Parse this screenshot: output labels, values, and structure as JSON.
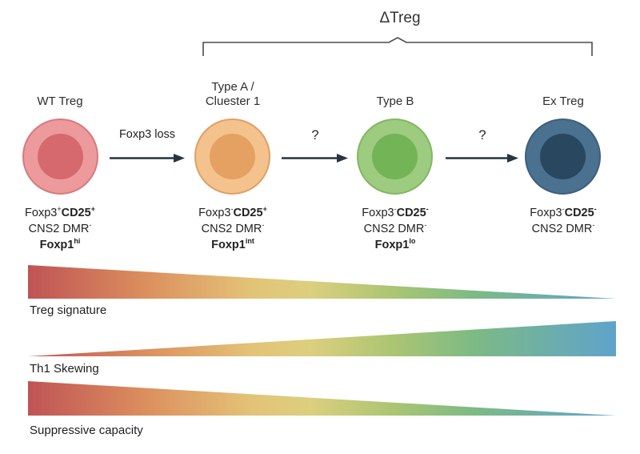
{
  "header": {
    "title": "ΔTreg"
  },
  "bracket_color": "#4A4A4A",
  "arrow_color": "#26353F",
  "cells": [
    {
      "title": "WT Treg",
      "outer_color": "#EC9A9C",
      "inner_color": "#D5696E",
      "ring_color": "#D8797E",
      "markers": [
        [
          {
            "t": "Foxp3"
          },
          {
            "t": "+",
            "sup": true
          },
          {
            "t": "CD25",
            "b": true
          },
          {
            "t": "+",
            "sup": true,
            "b": true
          }
        ],
        [
          {
            "t": "CNS2 DMR"
          },
          {
            "t": "-",
            "sup": true
          }
        ],
        [
          {
            "t": "Foxp1",
            "b": true
          },
          {
            "t": "hi",
            "sup": true,
            "b": true
          }
        ]
      ]
    },
    {
      "title": "Type A /\nCluester 1",
      "outer_color": "#F4C28D",
      "inner_color": "#E5A161",
      "ring_color": "#DFA066",
      "markers": [
        [
          {
            "t": "Foxp3"
          },
          {
            "t": "-",
            "sup": true
          },
          {
            "t": "CD25",
            "b": true
          },
          {
            "t": "+",
            "sup": true,
            "b": true
          }
        ],
        [
          {
            "t": "CNS2 DMR"
          },
          {
            "t": "-",
            "sup": true
          }
        ],
        [
          {
            "t": "Foxp1",
            "b": true
          },
          {
            "t": "int",
            "sup": true,
            "b": true
          }
        ]
      ]
    },
    {
      "title": "Type B",
      "outer_color": "#9DCB7F",
      "inner_color": "#73B457",
      "ring_color": "#82B763",
      "markers": [
        [
          {
            "t": "Foxp3"
          },
          {
            "t": "-",
            "sup": true
          },
          {
            "t": "CD25",
            "b": true
          },
          {
            "t": "-",
            "sup": true,
            "b": true
          }
        ],
        [
          {
            "t": "CNS2 DMR"
          },
          {
            "t": "-",
            "sup": true
          }
        ],
        [
          {
            "t": "Foxp1",
            "b": true
          },
          {
            "t": "lo",
            "sup": true,
            "b": true
          }
        ]
      ]
    },
    {
      "title": "Ex Treg",
      "outer_color": "#4B7190",
      "inner_color": "#29475F",
      "ring_color": "#3E5F7B",
      "markers": [
        [
          {
            "t": "Foxp3"
          },
          {
            "t": "-",
            "sup": true
          },
          {
            "t": "CD25",
            "b": true
          },
          {
            "t": "-",
            "sup": true,
            "b": true
          }
        ],
        [
          {
            "t": "CNS2 DMR"
          },
          {
            "t": "-",
            "sup": true
          }
        ]
      ]
    }
  ],
  "arrows": [
    {
      "label": "Foxp3 loss"
    },
    {
      "label": "?"
    },
    {
      "label": "?"
    }
  ],
  "wedges": [
    {
      "label": "Treg signature"
    },
    {
      "label": "Th1 Skewing"
    },
    {
      "label": "Suppressive capacity"
    }
  ],
  "gradient": [
    "#BF5355 0%",
    "#DC8F5E 20%",
    "#E3C377 38%",
    "#DCCF7E 48%",
    "#ABC573 62%",
    "#7CBA85 76%",
    "#5FA3CB 100%"
  ]
}
